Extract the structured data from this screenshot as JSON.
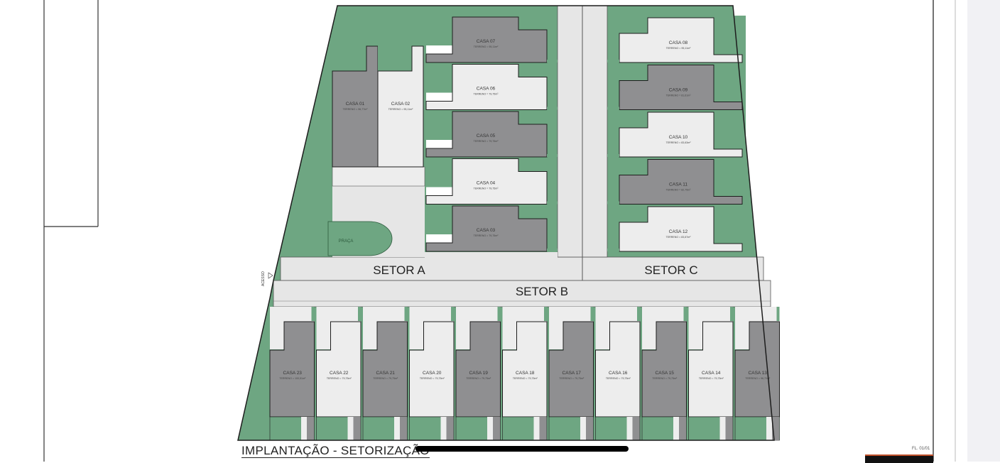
{
  "colors": {
    "green": "#6ea682",
    "house_dark": "#8f8f91",
    "lot_light": "#ededed",
    "road": "#e6e6e6",
    "outline": "#1d1d1d"
  },
  "drawing": {
    "title": "IMPLANTAÇÃO  - SETORIZAÇÃO",
    "sheet": "FL. 01/01",
    "praca_label": "PRAÇA",
    "acesso_label": "ACESSO"
  },
  "sectors": {
    "a": "SETOR A",
    "b": "SETOR B",
    "c": "SETOR C"
  },
  "setor_a_corner": [
    {
      "label": "CASA 01",
      "terreno": "TERRENO = 96,77m²",
      "tone": "dark"
    },
    {
      "label": "CASA 02",
      "terreno": "TERRENO = 95,11m²",
      "tone": "light"
    }
  ],
  "setor_a_rows": [
    {
      "label": "CASA 07",
      "terreno": "TERRENO = 95,11m²",
      "tone": "dark"
    },
    {
      "label": "CASA 06",
      "terreno": "TERRENO = 79,75m²",
      "tone": "light"
    },
    {
      "label": "CASA 05",
      "terreno": "TERRENO = 79,75m²",
      "tone": "dark"
    },
    {
      "label": "CASA 04",
      "terreno": "TERRENO = 79,75m²",
      "tone": "light"
    },
    {
      "label": "CASA 03",
      "terreno": "TERRENO = 79,75m²",
      "tone": "dark"
    }
  ],
  "setor_c_rows": [
    {
      "label": "CASA 08",
      "terreno": "TERRENO = 95,11m²",
      "tone": "light"
    },
    {
      "label": "CASA 09",
      "terreno": "TERRENO = 81,61m²",
      "tone": "dark"
    },
    {
      "label": "CASA 10",
      "terreno": "TERRENO = 83,63m²",
      "tone": "light"
    },
    {
      "label": "CASA 11",
      "terreno": "TERRENO = 82,75m²",
      "tone": "dark"
    },
    {
      "label": "CASA 12",
      "terreno": "TERRENO = 83,67m²",
      "tone": "light"
    }
  ],
  "setor_b_row": [
    {
      "label": "CASA 23",
      "terreno": "TERRENO = 100,51m²",
      "tone": "dark"
    },
    {
      "label": "CASA 22",
      "terreno": "TERRENO = 79,75m²",
      "tone": "light"
    },
    {
      "label": "CASA 21",
      "terreno": "TERRENO = 79,75m²",
      "tone": "dark"
    },
    {
      "label": "CASA 20",
      "terreno": "TERRENO = 79,75m²",
      "tone": "light"
    },
    {
      "label": "CASA 19",
      "terreno": "TERRENO = 79,75m²",
      "tone": "dark"
    },
    {
      "label": "CASA 18",
      "terreno": "TERRENO = 79,75m²",
      "tone": "light"
    },
    {
      "label": "CASA 17",
      "terreno": "TERRENO = 79,75m²",
      "tone": "dark"
    },
    {
      "label": "CASA 16",
      "terreno": "TERRENO = 79,75m²",
      "tone": "light"
    },
    {
      "label": "CASA 15",
      "terreno": "TERRENO = 79,75m²",
      "tone": "dark"
    },
    {
      "label": "CASA 14",
      "terreno": "TERRENO = 79,75m²",
      "tone": "light"
    },
    {
      "label": "CASA 13",
      "terreno": "TERRENO = 96,70m²",
      "tone": "dark"
    }
  ]
}
